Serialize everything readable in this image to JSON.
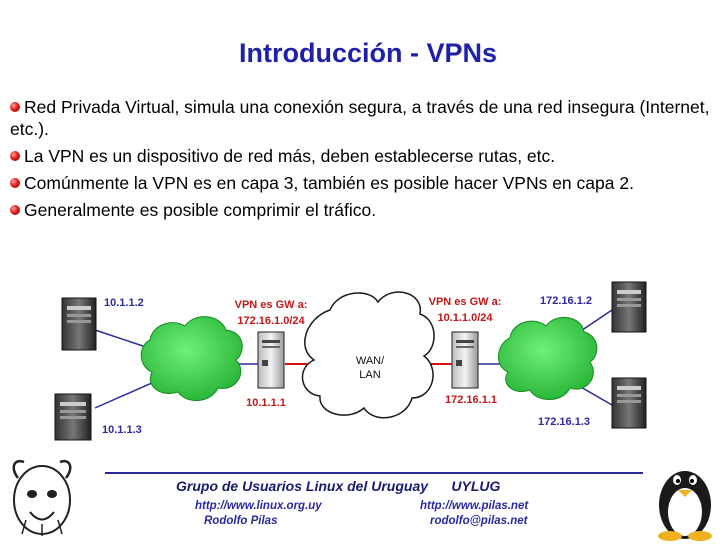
{
  "slide": {
    "title": "Introducción - VPNs",
    "bullets": [
      "Red Privada Virtual, simula una conexión segura, a través de una red insegura (Internet, etc.).",
      "La VPN es un dispositivo de red más, deben establecerse rutas, etc.",
      "Comúnmente la VPN es en capa 3, también es posible hacer VPNs en capa 2.",
      "Generalmente es posible comprimir el tráfico."
    ]
  },
  "diagram": {
    "left_hosts": [
      "10.1.1.2",
      "10.1.1.3"
    ],
    "right_hosts": [
      "172.16.1.2",
      "172.16.1.3"
    ],
    "left_gw_label_line1": "VPN es GW a:",
    "left_gw_label_line2": "172.16.1.0/24",
    "left_gw_ip": "10.1.1.1",
    "right_gw_label_line1": "VPN es GW a:",
    "right_gw_label_line2": "10.1.1.0/24",
    "right_gw_ip": "172.16.1.1",
    "wan_line1": "WAN/",
    "wan_line2": "LAN",
    "colors": {
      "cloud": "#2ecc40",
      "link_red": "#dd1111",
      "link_dark": "#2a2a9e"
    }
  },
  "footer": {
    "group": "Grupo de Usuarios Linux del Uruguay",
    "acronym": "UYLUG",
    "url_left": "http://www.linux.org.uy",
    "name_left": "Rodolfo Pilas",
    "url_right": "http://www.pilas.net",
    "email_right": "rodolfo@pilas.net",
    "logos": [
      "gnu-head-icon",
      "tux-penguin-icon"
    ]
  }
}
